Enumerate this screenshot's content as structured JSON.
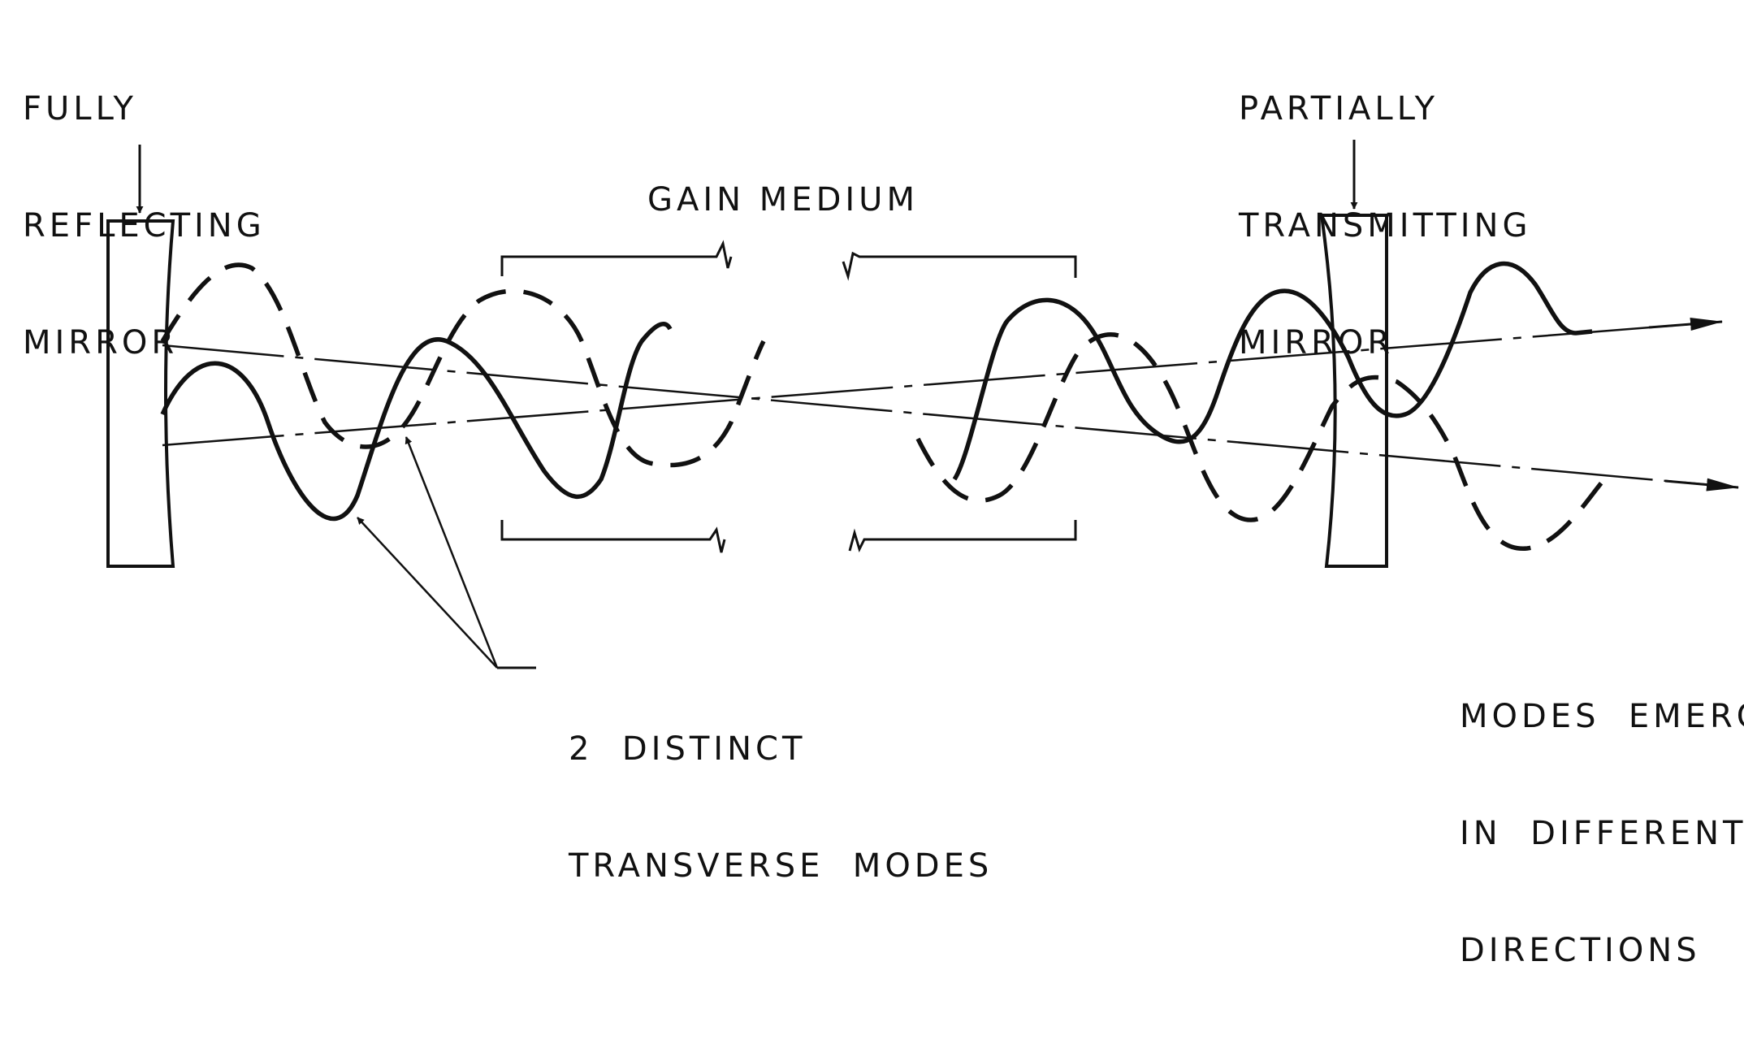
{
  "labels": {
    "fully_reflecting_mirror": [
      "FULLY",
      "REFLECTING",
      "MIRROR"
    ],
    "partially_transmitting_mirror": [
      "PARTIALLY",
      "TRANSMITTING",
      "MIRROR"
    ],
    "gain_medium": "GAIN MEDIUM",
    "transverse_modes": [
      "2  DISTINCT",
      "TRANSVERSE  MODES"
    ],
    "modes_emerge": [
      "MODES  EMERG",
      "IN  DIFFERENT",
      "DIRECTIONS"
    ]
  },
  "colors": {
    "ink": "#111111",
    "background": "#ffffff"
  }
}
